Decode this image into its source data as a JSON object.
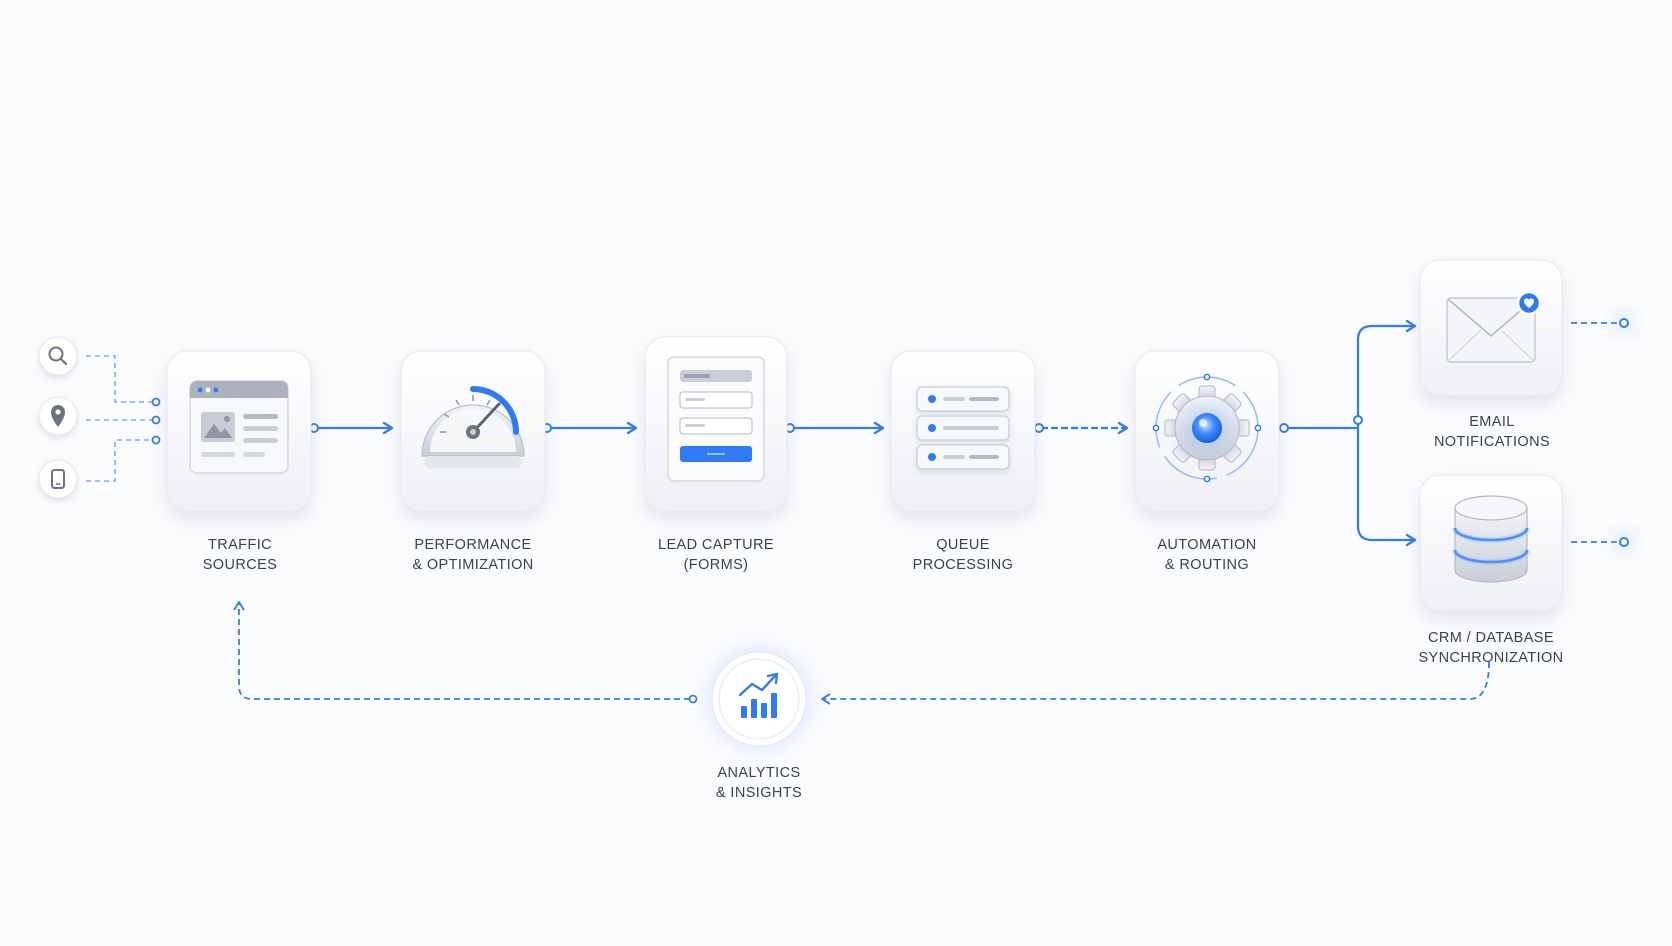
{
  "diagram": {
    "accent_color": "#2f7bf5",
    "accent_light": "#8fb6f8",
    "card_color": "#f4f5f8",
    "inputs": [
      {
        "id": "search",
        "icon": "search-icon"
      },
      {
        "id": "location",
        "icon": "map-pin-icon"
      },
      {
        "id": "mobile",
        "icon": "mobile-phone-icon"
      }
    ],
    "nodes": [
      {
        "id": "traffic",
        "icon": "browser-window-icon",
        "label_lines": [
          "TRAFFIC",
          "SOURCES"
        ]
      },
      {
        "id": "performance",
        "icon": "speedometer-icon",
        "label_lines": [
          "PERFORMANCE",
          "& OPTIMIZATION"
        ]
      },
      {
        "id": "lead",
        "icon": "form-icon",
        "label_lines": [
          "LEAD CAPTURE",
          "(FORMS)"
        ]
      },
      {
        "id": "queue",
        "icon": "server-stack-icon",
        "label_lines": [
          "QUEUE",
          "PROCESSING"
        ]
      },
      {
        "id": "automation",
        "icon": "gear-icon",
        "label_lines": [
          "AUTOMATION",
          "& ROUTING"
        ]
      },
      {
        "id": "email",
        "icon": "envelope-icon",
        "label_lines": [
          "EMAIL",
          "NOTIFICATIONS"
        ]
      },
      {
        "id": "crm",
        "icon": "database-icon",
        "label_lines": [
          "CRM / DATABASE",
          "SYNCHRONIZATION"
        ]
      },
      {
        "id": "analytics",
        "icon": "analytics-chart-icon",
        "label_lines": [
          "ANALYTICS",
          "& INSIGHTS"
        ]
      }
    ]
  }
}
